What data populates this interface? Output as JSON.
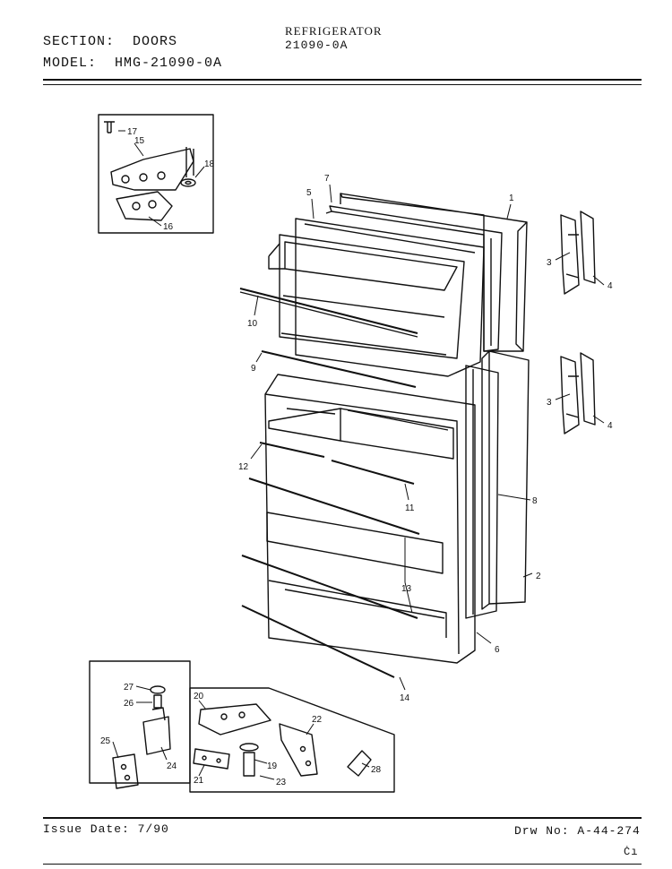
{
  "header": {
    "section_label": "SECTION:",
    "section_value": "DOORS",
    "model_label": "MODEL:",
    "model_value": "HMG-21090-0A",
    "product_name": "REFRIGERATOR",
    "product_number": "21090-0A"
  },
  "footer": {
    "issue_date": "Issue Date: 7/90",
    "drawing_number": "Drw No: A-44-274",
    "corner_mark": "Ċı"
  },
  "callouts": {
    "p1": "1",
    "p2": "2",
    "p3a": "3",
    "p3b": "3",
    "p4a": "4",
    "p4b": "4",
    "p5": "5",
    "p6": "6",
    "p7": "7",
    "p8": "8",
    "p9": "9",
    "p10": "10",
    "p11": "11",
    "p12": "12",
    "p13": "13",
    "p14": "14",
    "p15": "15",
    "p16": "16",
    "p17": "17",
    "p18": "18",
    "p19": "19",
    "p20": "20",
    "p21": "21",
    "p22": "22",
    "p23": "23",
    "p24": "24",
    "p25": "25",
    "p26": "26",
    "p27": "27",
    "p28": "28"
  }
}
